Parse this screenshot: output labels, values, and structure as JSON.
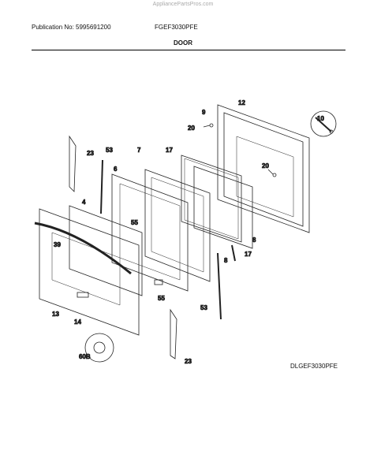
{
  "watermark": "AppliancePartsPros.com",
  "header": {
    "publication": "Publication No: 5995691200",
    "model": "FGEF3030PFE",
    "section": "DOOR"
  },
  "diagram": {
    "code": "DLGEF3030PFE",
    "callouts": {
      "c12": "12",
      "c9": "9",
      "c20a": "20",
      "c10": "10",
      "c23a": "23",
      "c53a": "53",
      "c7": "7",
      "c17a": "17",
      "c20b": "20",
      "c6": "6",
      "c4": "4",
      "c55a": "55",
      "c8a": "8",
      "c39": "39",
      "c8b": "8",
      "c17b": "17",
      "c55b": "55",
      "c53b": "53",
      "c13": "13",
      "c14": "14",
      "c60b": "60B",
      "c23b": "23"
    }
  }
}
